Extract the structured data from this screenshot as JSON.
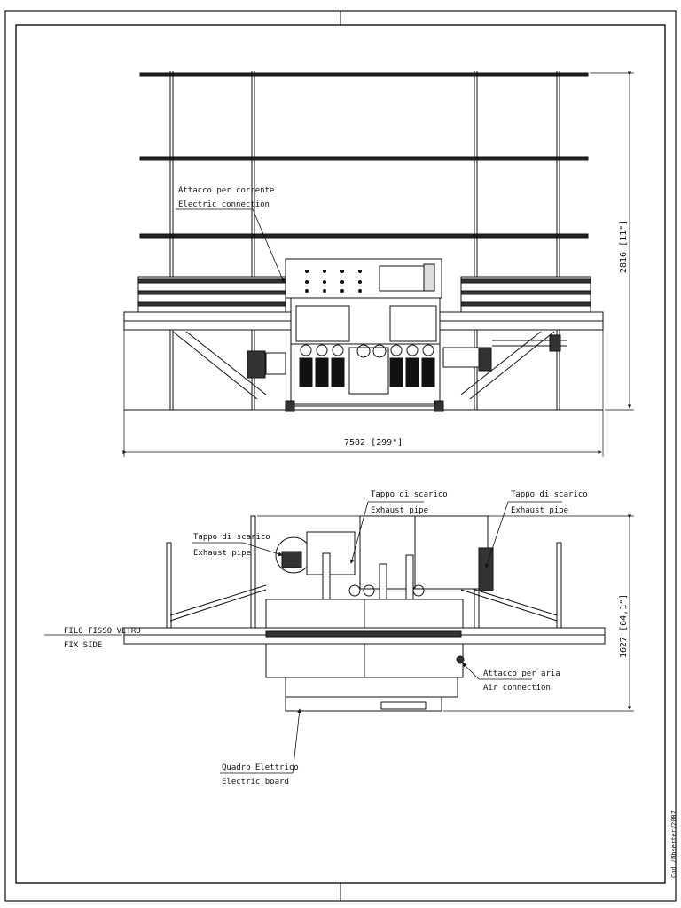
{
  "drawing": {
    "top_view": {
      "labels": {
        "electric_connection_it": "Attacco per corrente",
        "electric_connection_en": "Electric connection"
      },
      "dimensions": {
        "length": "7582 [299\"]",
        "height": "2816 [11\"]"
      }
    },
    "side_view": {
      "labels": {
        "exhaust_left_it": "Tappo di scarico",
        "exhaust_left_en": "Exhaust pipe",
        "exhaust_center_it": "Tappo di scarico",
        "exhaust_center_en": "Exhaust pipe",
        "exhaust_right_it": "Tappo di scarico",
        "exhaust_right_en": "Exhaust pipe",
        "fix_side_it": "FILO FISSO VETRO",
        "fix_side_en": "FIX SIDE",
        "air_connection_it": "Attacco per aria",
        "air_connection_en": "Air connection",
        "electric_board_it": "Quadro Elettrico",
        "electric_board_en": "Electric board"
      },
      "dimensions": {
        "height": "1627 [64,1\"]"
      }
    },
    "margin_note": "Cod./Nbserter/2007"
  }
}
